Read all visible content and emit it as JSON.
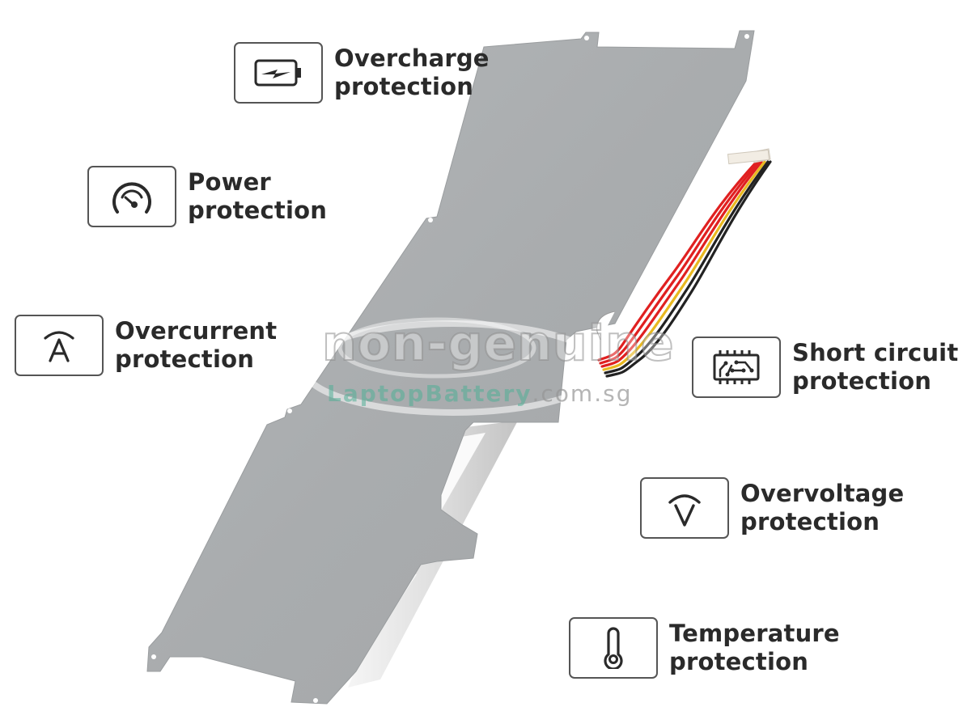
{
  "image": {
    "subject": "laptop battery with metal plate and connector cable",
    "background_color": "#ffffff",
    "text_color": "#2a2a2a",
    "border_color": "#555555"
  },
  "features": [
    {
      "id": "overcharge",
      "icon": "battery-charging-icon",
      "line1": "Overcharge",
      "line2": "protection"
    },
    {
      "id": "power",
      "icon": "gauge-icon",
      "line1": "Power",
      "line2": "protection"
    },
    {
      "id": "overcurrent",
      "icon": "ampere-icon",
      "line1": "Overcurrent",
      "line2": "protection"
    },
    {
      "id": "short-circuit",
      "icon": "circuit-chip-icon",
      "line1": "Short circuit",
      "line2": "protection"
    },
    {
      "id": "overvoltage",
      "icon": "voltage-icon",
      "line1": "Overvoltage",
      "line2": "protection"
    },
    {
      "id": "temperature",
      "icon": "thermometer-icon",
      "line1": "Temperature",
      "line2": "protection"
    }
  ],
  "watermark": {
    "line1": "non-genuine",
    "line2_brand": "LaptopBattery",
    "line2_domain": ".com.sg"
  },
  "cable": {
    "wire_colors": [
      "#e02020",
      "#e02020",
      "#e02020",
      "#e8b820",
      "#222222",
      "#222222"
    ],
    "connector_color": "#f2ede4"
  }
}
